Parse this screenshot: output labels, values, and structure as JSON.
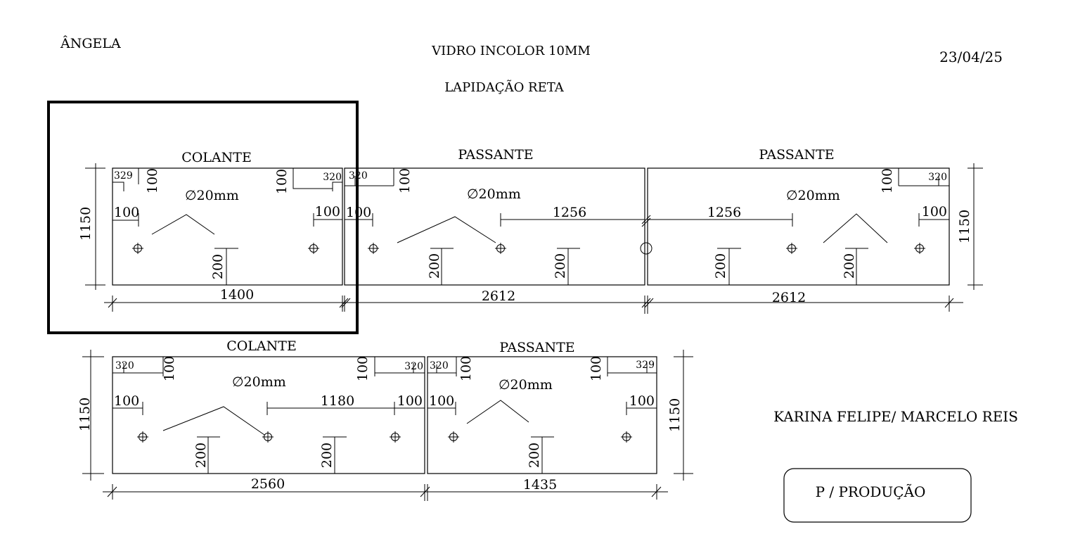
{
  "header": {
    "client": "ÂNGELA",
    "glass_spec": "VIDRO INCOLOR 10MM",
    "finish": "LAPIDAÇÃO RETA",
    "date": "23/04/25"
  },
  "footer": {
    "names": "KARINA FELIPE/ MARCELO REIS",
    "stamp": "P / PRODUÇÃO"
  },
  "row1": {
    "height_left": "1150",
    "height_right": "1150",
    "panels": [
      {
        "type": "COLANTE",
        "width": "1400",
        "hole": "∅20mm",
        "offset_left": "329",
        "offset_right": "320",
        "v_left": "100",
        "v_right": "100",
        "edge_left": "100",
        "edge_right": "100",
        "hole_height": "200",
        "span": ""
      },
      {
        "type": "PASSANTE",
        "width": "2612",
        "hole": "∅20mm",
        "offset_left": "320",
        "offset_right": "",
        "v_left": "100",
        "v_right": "",
        "edge_left": "100",
        "edge_right": "",
        "hole_height": "200",
        "hole_height_2": "200",
        "span": "1256"
      },
      {
        "type": "PASSANTE",
        "width": "2612",
        "hole": "∅20mm",
        "offset_left": "",
        "offset_right": "320",
        "v_left": "",
        "v_right": "100",
        "edge_left": "",
        "edge_right": "100",
        "hole_height": "200",
        "hole_height_2": "200",
        "span": "1256"
      }
    ]
  },
  "row2": {
    "height_left": "1150",
    "height_right": "1150",
    "panels": [
      {
        "type": "COLANTE",
        "width": "2560",
        "hole": "∅20mm",
        "offset_left": "320",
        "offset_right": "320",
        "v_left": "100",
        "v_right": "100",
        "edge_left": "100",
        "edge_right": "100",
        "hole_height": "200",
        "hole_height_2": "200",
        "span": "1180"
      },
      {
        "type": "PASSANTE",
        "width": "1435",
        "hole": "∅20mm",
        "offset_left": "320",
        "offset_right": "329",
        "v_left": "100",
        "v_right": "100",
        "edge_left": "100",
        "edge_right": "100",
        "hole_height": "200",
        "span": ""
      }
    ]
  }
}
